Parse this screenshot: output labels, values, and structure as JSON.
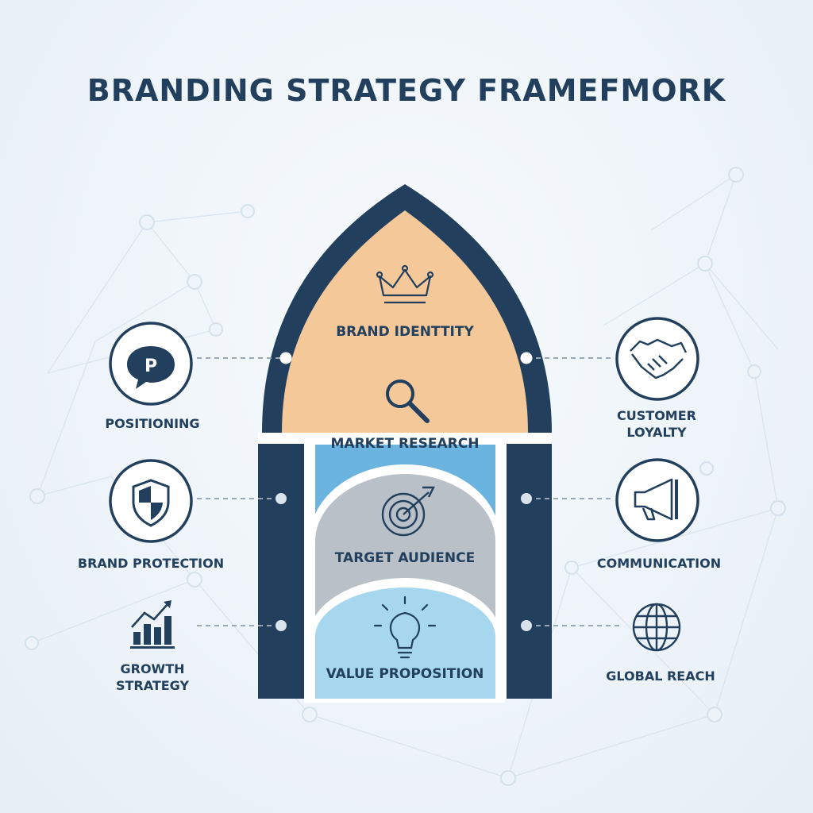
{
  "title": "BRANDING STRATEGY FRAMEFMORK",
  "colors": {
    "dark_navy": "#22405e",
    "brand_identity_fill": "#f5c89a",
    "market_research_fill": "#6cb4e0",
    "target_audience_fill": "#b9c0c7",
    "value_proposition_fill": "#a6d7ef"
  },
  "layers": [
    {
      "id": "brand-identity",
      "label": "BRAND IDENTTITY",
      "icon": "crown-icon"
    },
    {
      "id": "market-research",
      "label": "MARKET RESEARCH",
      "icon": "magnifier-icon"
    },
    {
      "id": "target-audience",
      "label": "TARGET AUDIENCE",
      "icon": "target-icon"
    },
    {
      "id": "value-proposition",
      "label": "VALUE PROPOSITION",
      "icon": "lightbulb-icon"
    }
  ],
  "left_items": [
    {
      "label_lines": [
        "POSITIONING"
      ],
      "icon": "speech-bubble-p-icon"
    },
    {
      "label_lines": [
        "BRAND PROTECTION"
      ],
      "icon": "shield-icon"
    },
    {
      "label_lines": [
        "GROWTH",
        "STRATEGY"
      ],
      "icon": "growth-chart-icon"
    }
  ],
  "right_items": [
    {
      "label_lines": [
        "CUSTOMER",
        "LOYALTY"
      ],
      "icon": "handshake-icon"
    },
    {
      "label_lines": [
        "COMMUNICATION"
      ],
      "icon": "megaphone-icon"
    },
    {
      "label_lines": [
        "GLOBAL REACH"
      ],
      "icon": "globe-icon"
    }
  ]
}
